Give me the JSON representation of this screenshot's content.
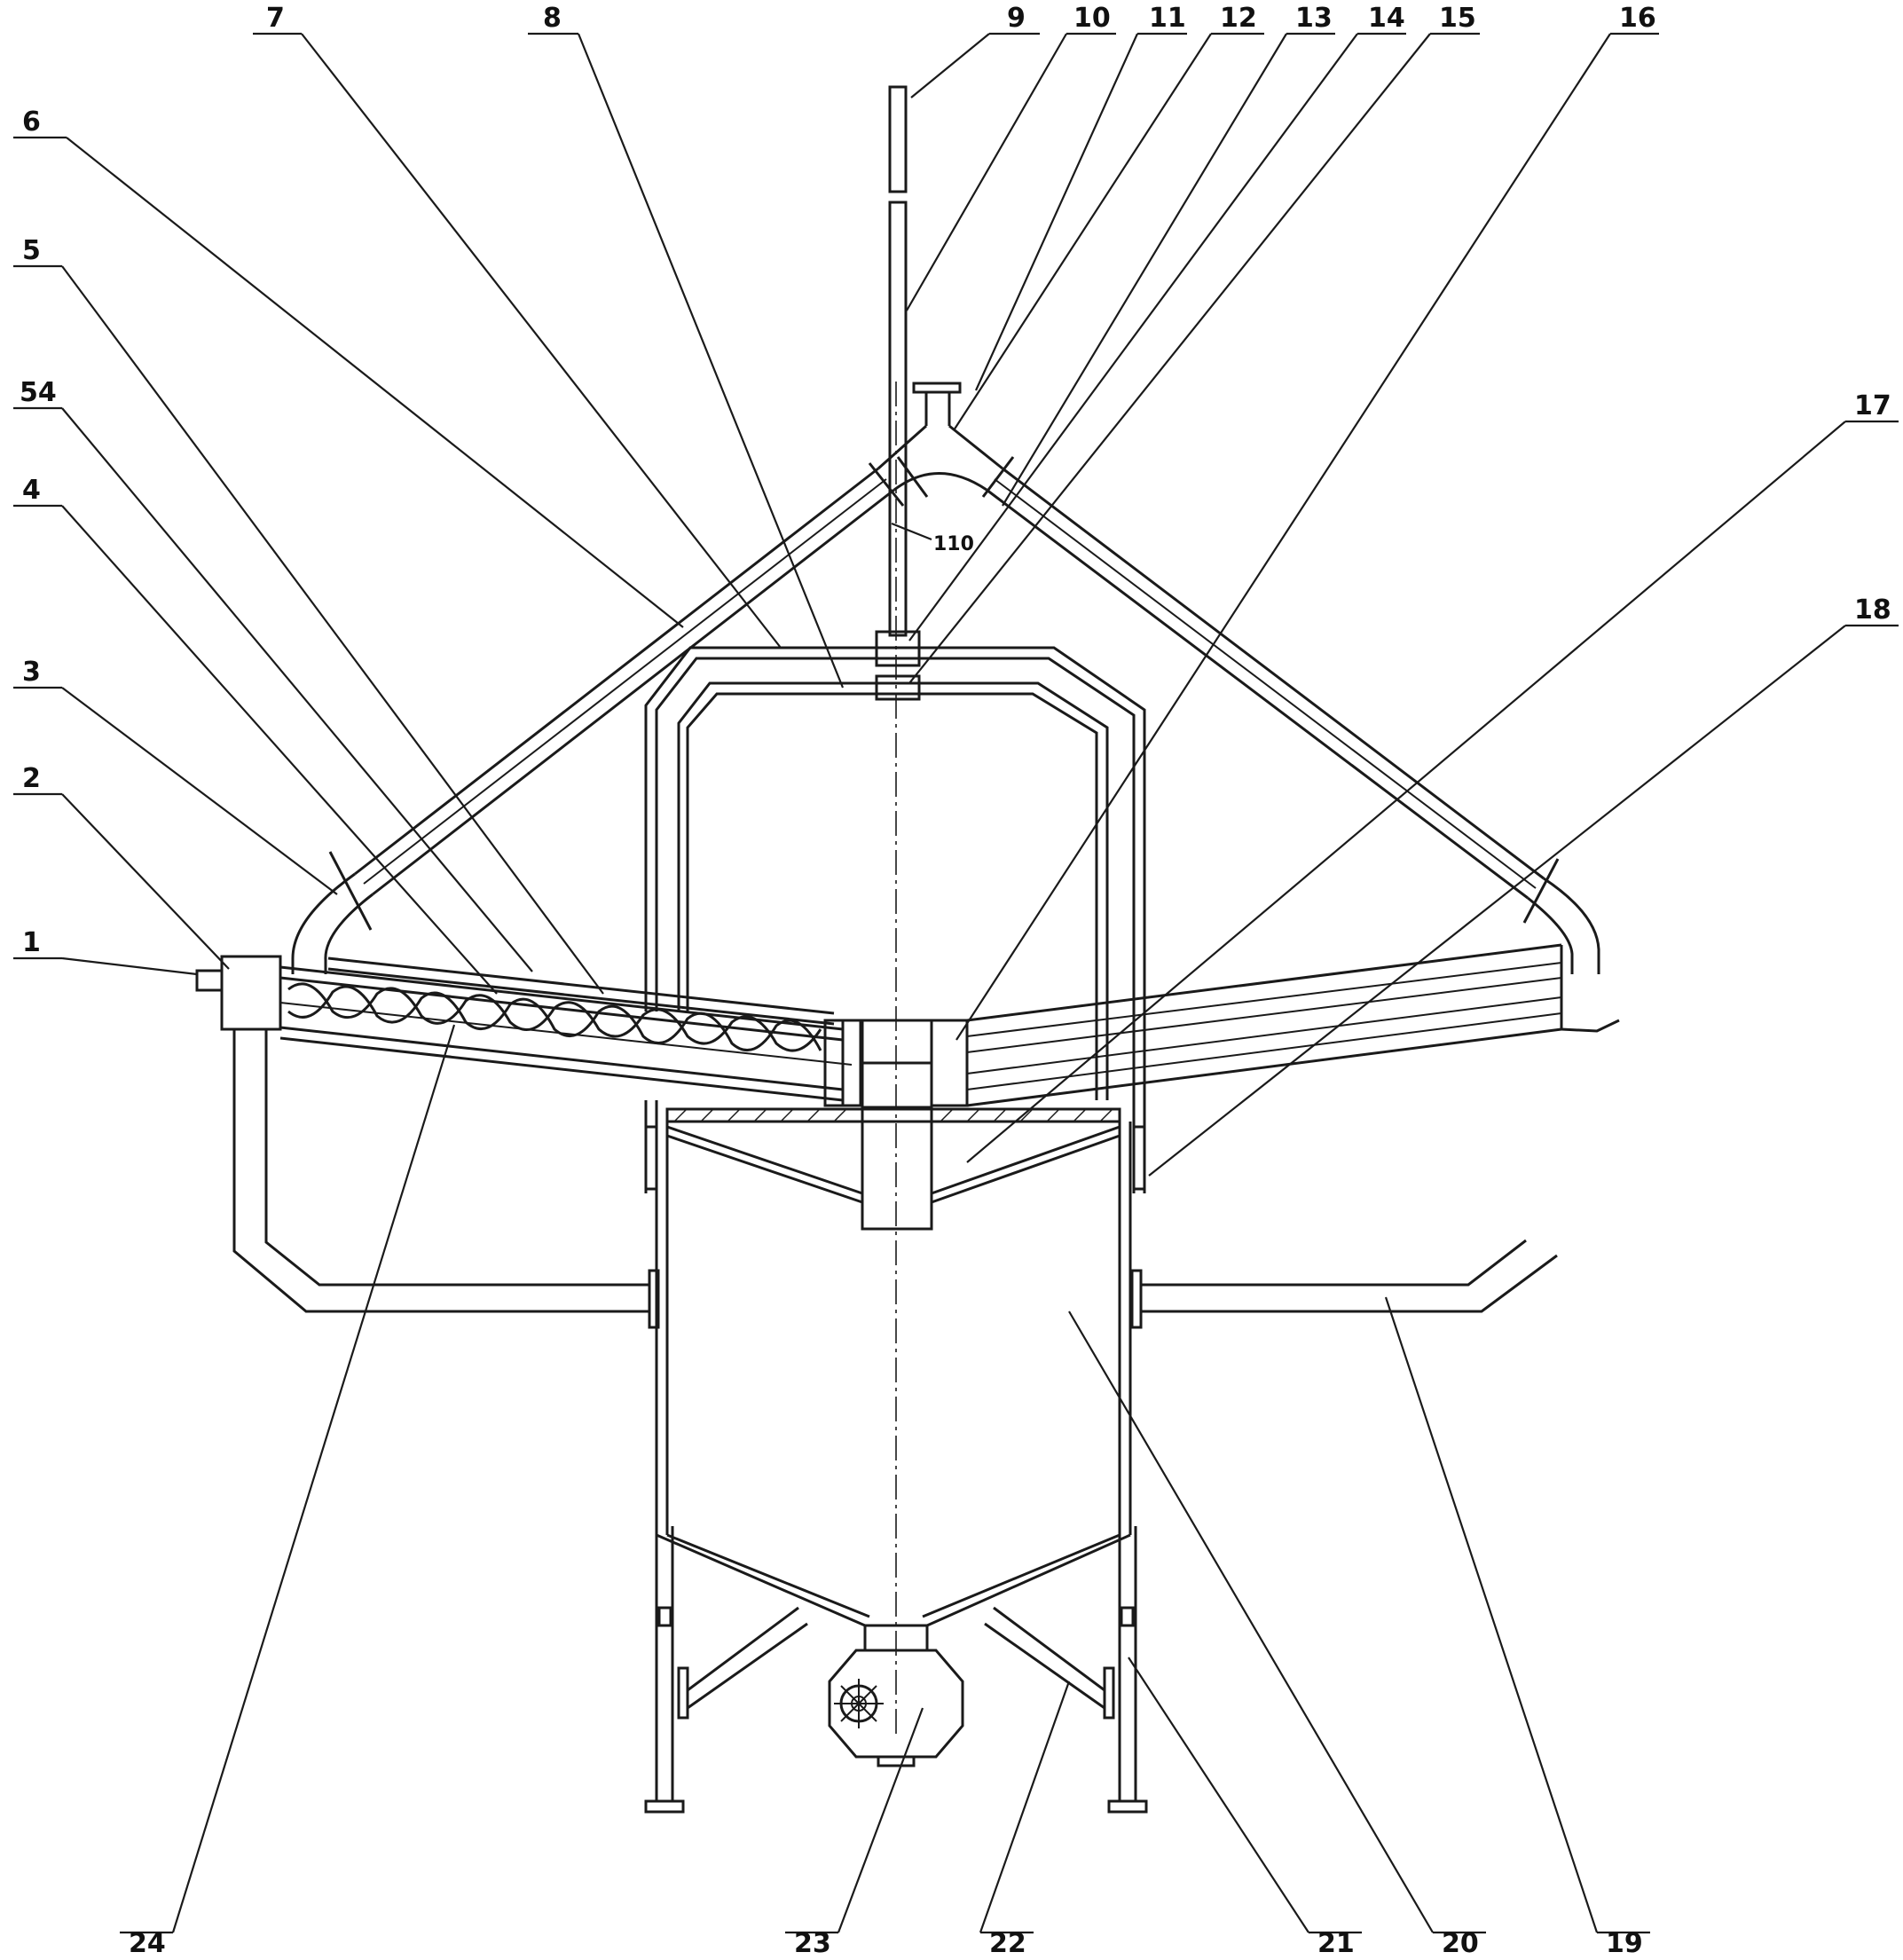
{
  "labels": {
    "l1": "1",
    "l2": "2",
    "l3": "3",
    "l4": "4",
    "l54": "54",
    "l5": "5",
    "l6": "6",
    "l7": "7",
    "l8": "8",
    "l9": "9",
    "l10": "10",
    "l11": "11",
    "l12": "12",
    "l13": "13",
    "l14": "14",
    "l15": "15",
    "l16": "16",
    "l17": "17",
    "l18": "18",
    "l19": "19",
    "l20": "20",
    "l21": "21",
    "l22": "22",
    "l23": "23",
    "l24": "24",
    "l110": "110"
  },
  "colors": {
    "line": "#1a1a1a",
    "background": "#ffffff"
  }
}
